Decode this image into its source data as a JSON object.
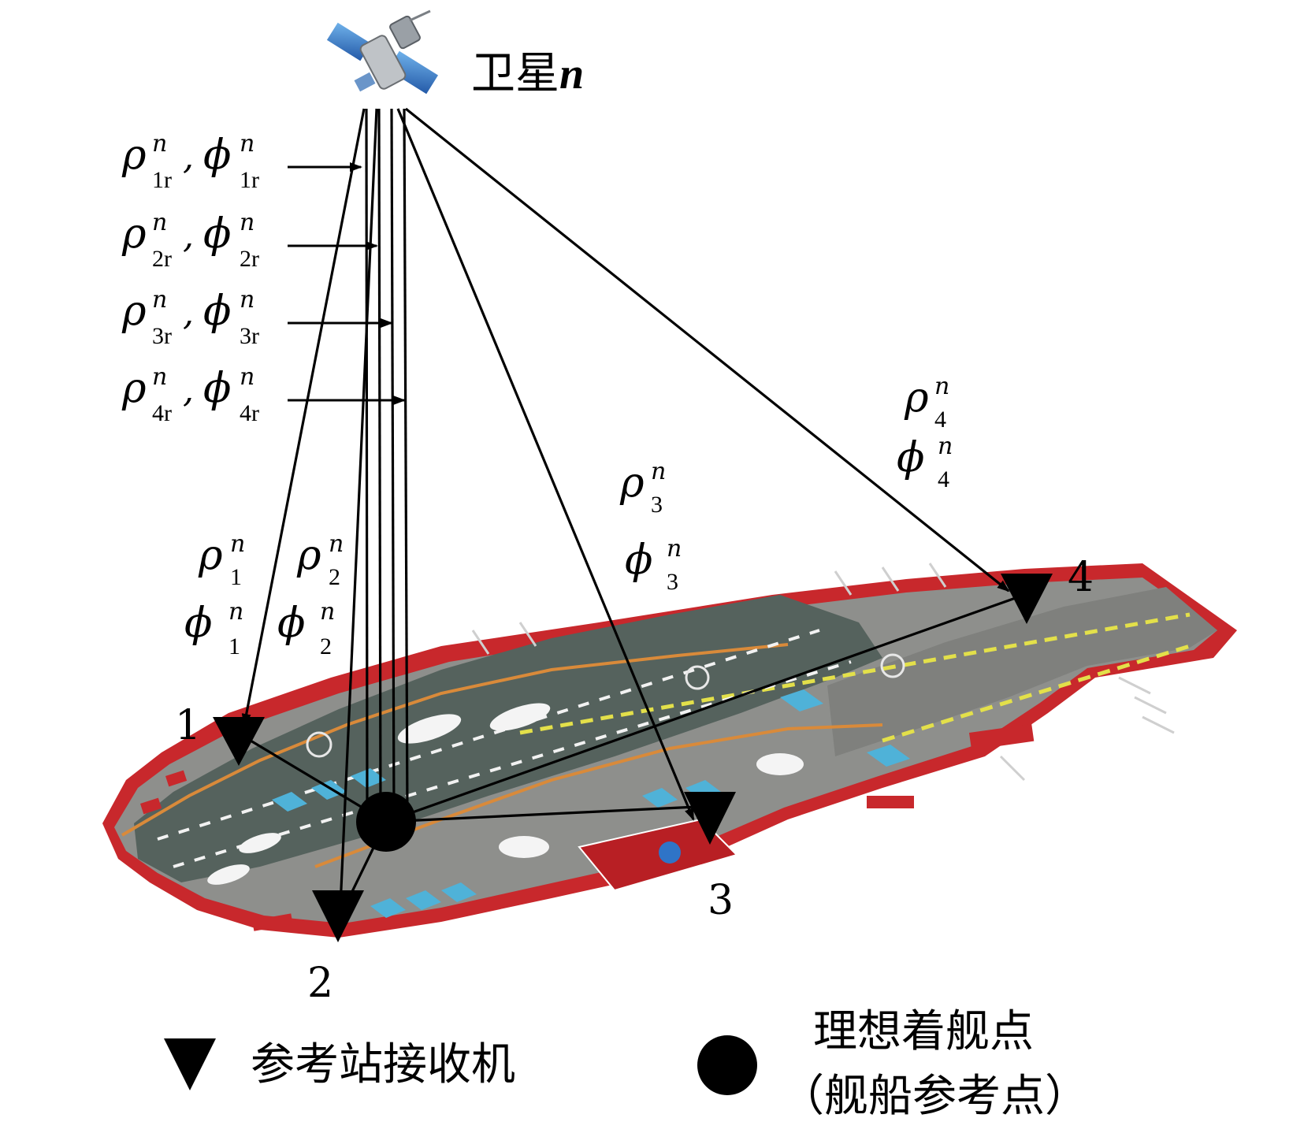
{
  "satellite": {
    "label_prefix": "卫星",
    "label_var": "n",
    "icon": "satellite-icon"
  },
  "left_labels": [
    {
      "rho_sub": "1r",
      "phi_sub": "1r",
      "sup": "n",
      "sep": ","
    },
    {
      "rho_sub": "2r",
      "phi_sub": "2r",
      "sup": "n",
      "sep": ","
    },
    {
      "rho_sub": "3r",
      "phi_sub": "3r",
      "sup": "n",
      "sep": ","
    },
    {
      "rho_sub": "4r",
      "phi_sub": "4r",
      "sup": "n",
      "sep": ","
    }
  ],
  "link_labels": [
    {
      "rho": "ρ",
      "phi": "ϕ",
      "sup": "n",
      "sub": "1"
    },
    {
      "rho": "ρ",
      "phi": "ϕ",
      "sup": "n",
      "sub": "2"
    },
    {
      "rho": "ρ",
      "phi": "ϕ",
      "sup": "n",
      "sub": "3"
    },
    {
      "rho": "ρ",
      "phi": "ϕ",
      "sup": "n",
      "sub": "4"
    }
  ],
  "symbols": {
    "rho": "ρ",
    "phi": "ϕ"
  },
  "receivers": [
    {
      "id": "1",
      "label": "1"
    },
    {
      "id": "2",
      "label": "2"
    },
    {
      "id": "3",
      "label": "3"
    },
    {
      "id": "4",
      "label": "4"
    }
  ],
  "legend": {
    "receiver_label": "参考站接收机",
    "point_label_line1": "理想着舰点",
    "point_label_line2": "（舰船参考点）"
  },
  "colors": {
    "deck_gray": "#8e8f8c",
    "runway_dark": "#55625d",
    "hull_red": "#c8282c",
    "centerline_yellow": "#e3e04a",
    "line_black": "#000000",
    "jet_cyan": "#4fb2d8",
    "panel_blue": "#2f74c7"
  }
}
